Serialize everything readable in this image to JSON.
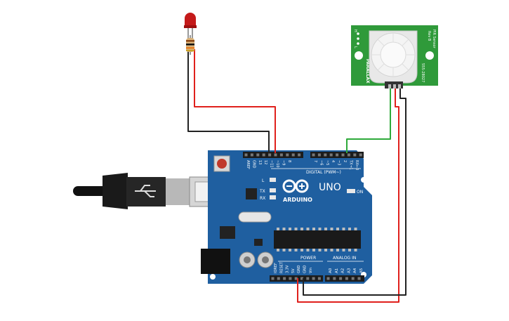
{
  "board": {
    "brand": "ARDUINO",
    "model": "UNO",
    "digital_label": "DIGITAL (PWM~)",
    "power_label": "POWER",
    "analog_label": "ANALOG IN",
    "on_label": "ON",
    "led_l_label": "L",
    "tx_label": "TX",
    "rx_label": "RX",
    "top_pin_labels": [
      "AREF",
      "GND",
      "13",
      "12",
      "~11",
      "~10",
      "~9",
      "8",
      "7",
      "~6",
      "~5",
      "4",
      "~3",
      "2",
      "TX→1",
      "RX←0"
    ],
    "power_pin_labels": [
      "IOREF",
      "RESET",
      "3.3V",
      "5V",
      "GND",
      "GND",
      "Vin"
    ],
    "analog_pin_labels": [
      "A0",
      "A1",
      "A2",
      "A3",
      "A4",
      "A5"
    ]
  },
  "pir_sensor": {
    "side_left": "PARALLAX",
    "side_right_top": "PIR Sensor",
    "side_right_sub": "Rev B",
    "side_right_part": "555-28027",
    "jumper_labels": [
      "H",
      "L"
    ]
  },
  "colors": {
    "board": "#1f5fa0",
    "wire_red": "#e0201c",
    "wire_black": "#222222",
    "wire_green": "#2eaa3a",
    "pir_pcb": "#2f9a3a",
    "led": "#c41a1a"
  }
}
